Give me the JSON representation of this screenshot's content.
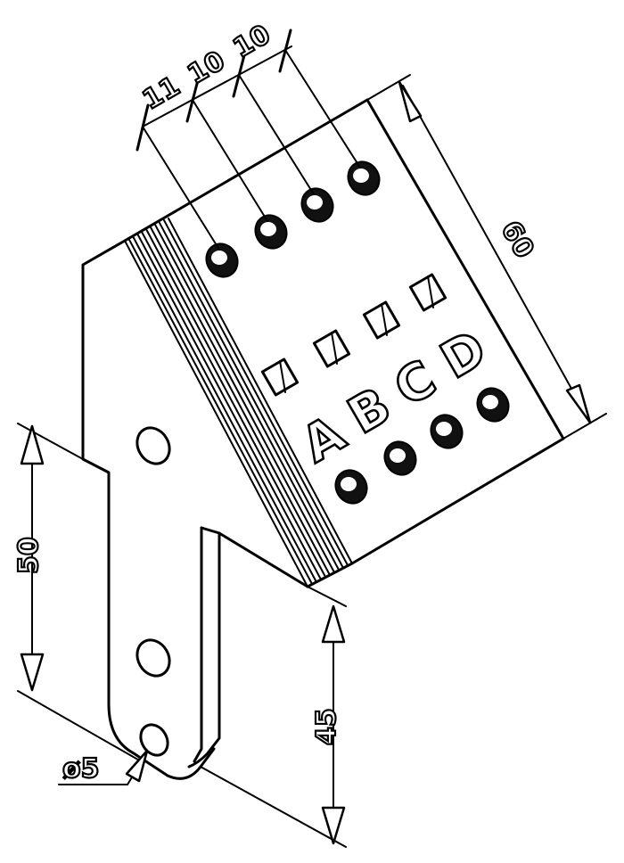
{
  "diagram": {
    "dimensions": {
      "pitch_1": "11",
      "pitch_2": "10",
      "pitch_3": "10",
      "height_panel": "60",
      "height_left": "50",
      "height_bottom": "45",
      "hole_diameter": "ø5"
    },
    "labels": [
      "A",
      "B",
      "C",
      "D"
    ],
    "colors": {
      "line": "#000000",
      "background": "#ffffff",
      "fill": "#111111"
    }
  }
}
